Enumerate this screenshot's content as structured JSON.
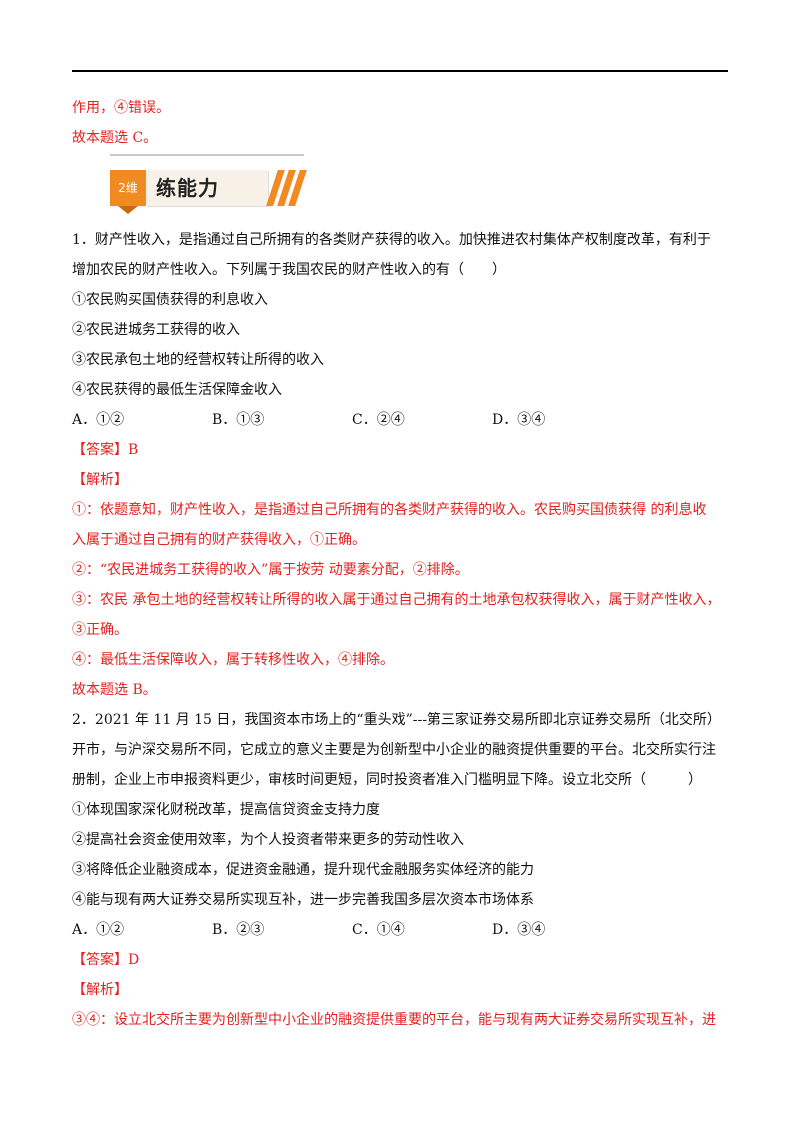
{
  "prev": {
    "line1": "作用，④错误。",
    "line2": "故本题选 C。"
  },
  "section": {
    "badge": "2维",
    "title": "练能力"
  },
  "q1": {
    "stem1": "1．财产性收入，是指通过自己所拥有的各类财产获得的收入。加快推进农村集体产权制度改革，有利于",
    "stem2": "增加农民的财产性收入。下列属于我国农民的财产性收入的有（　　）",
    "s1": "①农民购买国债获得的利息收入",
    "s2": "②农民进城务工获得的收入",
    "s3": "③农民承包土地的经营权转让所得的收入",
    "s4": "④农民获得的最低生活保障金收入",
    "options": [
      "A．①②",
      "B．①③",
      "C．②④",
      "D．③④"
    ],
    "answer": "【答案】B",
    "analysis_label": "【解析】",
    "a1": "①：依题意知，财产性收入，是指通过自己所拥有的各类财产获得的收入。农民购买国债获得 的利息收",
    "a2": "入属于通过自己拥有的财产获得收入，①正确。",
    "a3": "②：“农民进城务工获得的收入”属于按劳 动要素分配，②排除。",
    "a4": "③：农民 承包土地的经营权转让所得的收入属于通过自己拥有的土地承包权获得收入，属于财产性收入，",
    "a5": "③正确。",
    "a6": "④：最低生活保障收入，属于转移性收入，④排除。",
    "conclusion": "故本题选 B。"
  },
  "q2": {
    "stem1": "2．2021 年 11 月 15 日，我国资本市场上的“重头戏”---第三家证券交易所即北京证券交易所（北交所）",
    "stem2": "开市，与沪深交易所不同，它成立的意义主要是为创新型中小企业的融资提供重要的平台。北交所实行注",
    "stem3": "册制，企业上市申报资料更少，审核时间更短，同时投资者准入门槛明显下降。设立北交所（　　　）",
    "s1": "①体现国家深化财税改革，提高信贷资金支持力度",
    "s2": "②提高社会资金使用效率，为个人投资者带来更多的劳动性收入",
    "s3": "③将降低企业融资成本，促进资金融通，提升现代金融服务实体经济的能力",
    "s4": "④能与现有两大证券交易所实现互补，进一步完善我国多层次资本市场体系",
    "options": [
      "A．①②",
      "B．②③",
      "C．①④",
      "D．③④"
    ],
    "answer": "【答案】D",
    "analysis_label": "【解析】",
    "a1": "③④：设立北交所主要为创新型中小企业的融资提供重要的平台，能与现有两大证券交易所实现互补，进"
  }
}
